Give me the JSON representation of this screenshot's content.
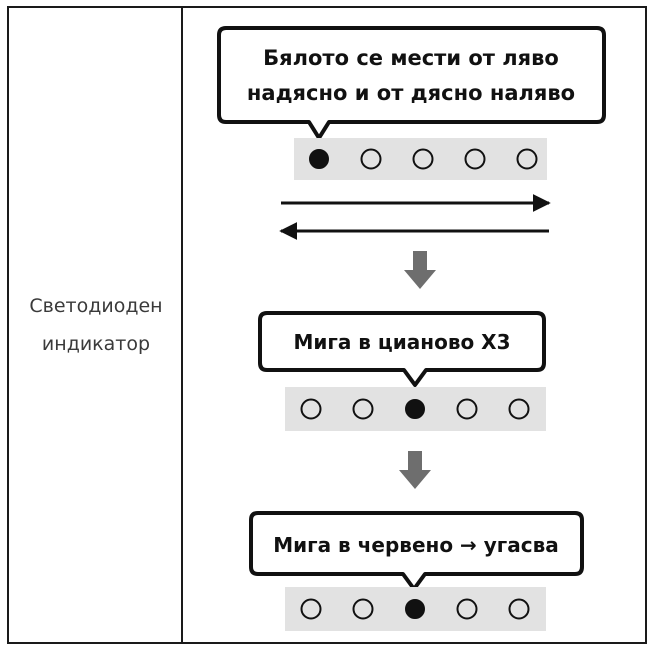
{
  "row_label": [
    "Светодиоден",
    "индикатор"
  ],
  "steps": [
    {
      "lines": [
        "Бялото се мести от ляво",
        "надясно и от дясно наляво"
      ],
      "dots": [
        "filled",
        "empty",
        "empty",
        "empty",
        "empty"
      ]
    },
    {
      "lines": [
        "Мига в цианово X3"
      ],
      "dots": [
        "empty",
        "empty",
        "filled",
        "empty",
        "empty"
      ]
    },
    {
      "lines": [
        "Мига в червено → угасва"
      ],
      "dots": [
        "empty",
        "empty",
        "filled",
        "empty",
        "empty"
      ]
    }
  ],
  "colors": {
    "border": "#1a1a1a",
    "strip": "#e2e2e2",
    "down_arrow": "#6e6e6e",
    "text": "#111111",
    "label_text": "#3a3a3a"
  }
}
